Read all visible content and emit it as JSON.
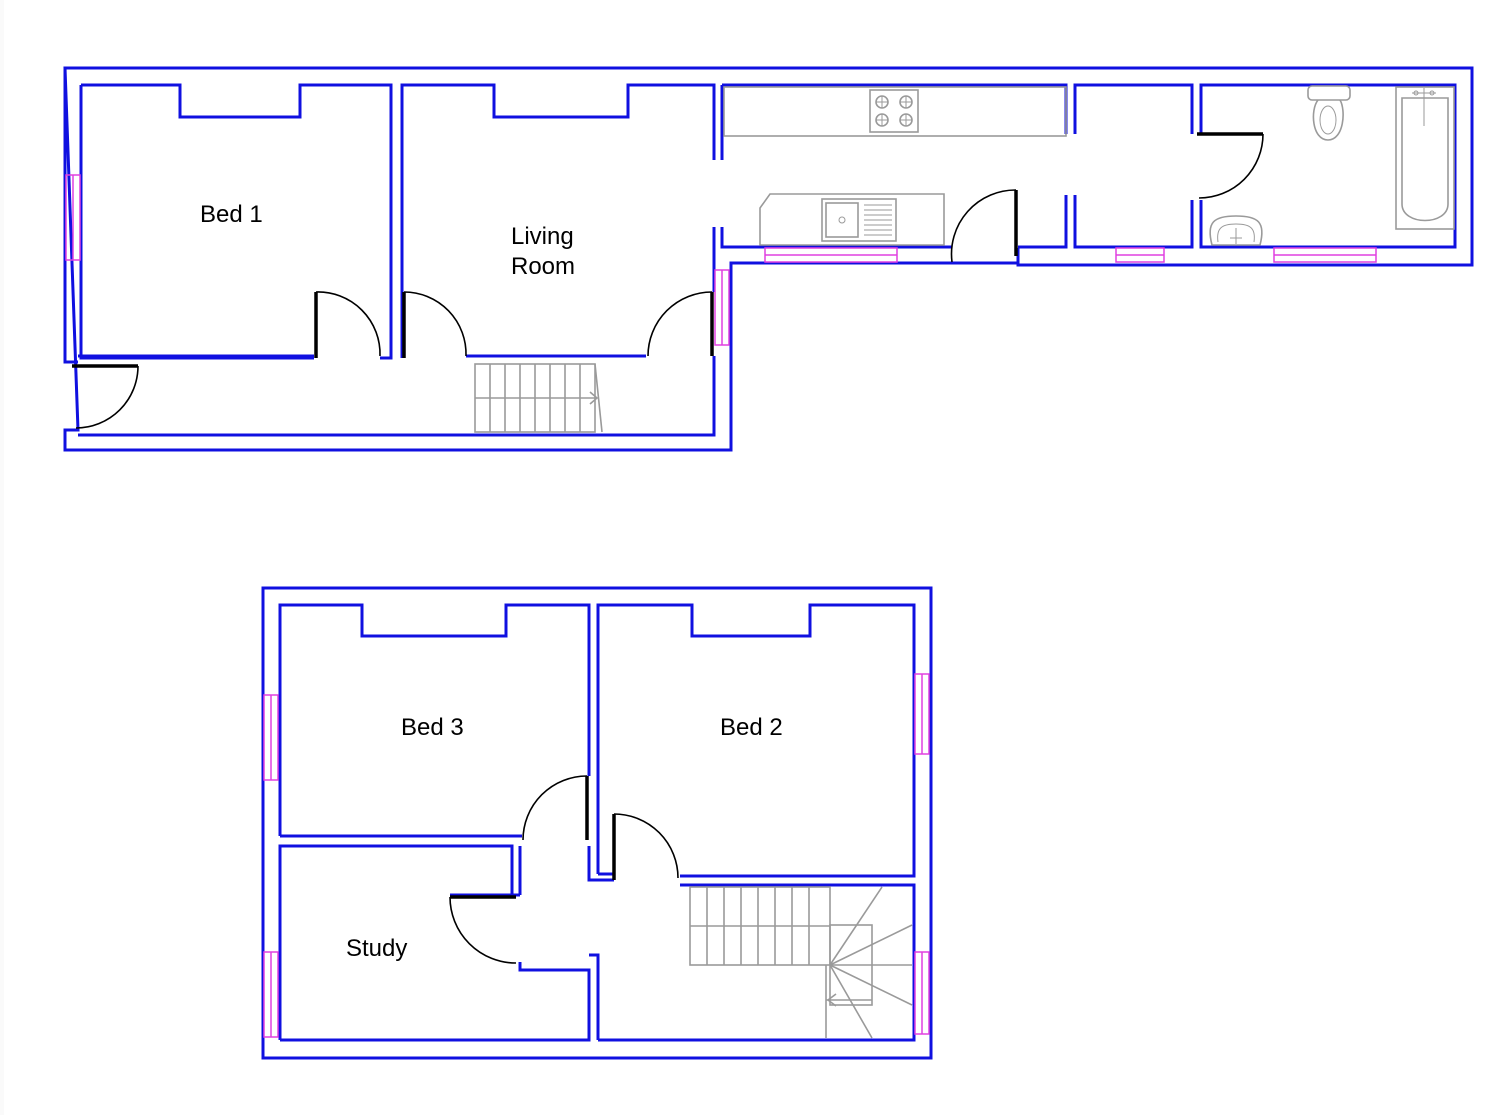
{
  "floor_plan": {
    "ground_floor": {
      "rooms": {
        "bed_1": "Bed 1",
        "living_room": "Living\nRoom"
      }
    },
    "first_floor": {
      "rooms": {
        "bed_3": "Bed 3",
        "bed_2": "Bed 2",
        "study": "Study"
      }
    }
  },
  "colors": {
    "wall": "#1010e0",
    "window": "#e040e0",
    "door": "#000000",
    "fixture": "#9a9a9a"
  }
}
